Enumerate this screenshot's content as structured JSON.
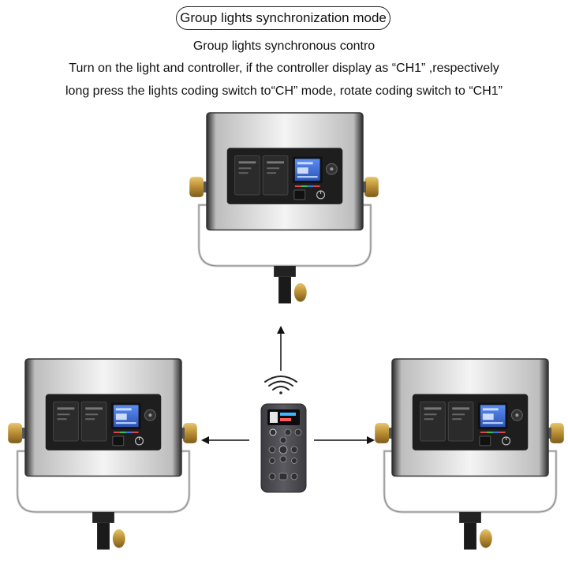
{
  "heading": {
    "title": "Group lights synchronization mode",
    "subtitle": "Group lights synchronous contro",
    "line1": "Turn on the light and controller, if the controller display as “CH1” ,respectively",
    "line2": "long press the lights coding switch to“CH” mode, rotate coding switch to “CH1”"
  },
  "colors": {
    "panel_frame": "#3a3a3a",
    "panel_face": "#ececec",
    "control_box": "#1e1e1e",
    "lcd": "#3d6fd6",
    "brass": "#c9a24a",
    "remote": "#4a4a4f",
    "arrow": "#111111"
  },
  "icons": [
    "wireless-signal-icon",
    "arrow-up-icon",
    "arrow-left-icon",
    "arrow-right-icon",
    "power-icon"
  ]
}
